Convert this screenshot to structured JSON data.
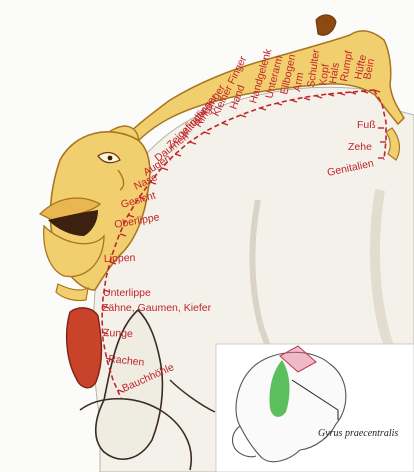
{
  "labels": [
    "Bein",
    "Hüfte",
    "Rumpf",
    "Hals",
    "Kopf",
    "Schulter",
    "Arm",
    "Ellbogen",
    "Unterarm",
    "Handgelenk",
    "Hand",
    "Kleiner Finger",
    "Ringfinger",
    "Mittelfinger",
    "Zeigefinger",
    "Daumen",
    "Augen",
    "Nase",
    "Gesicht",
    "Oberlippe",
    "Lippen",
    "Unterlippe",
    "Zähne, Gaumen, Kiefer",
    "Zunge",
    "Rachen",
    "Bauchhöhle",
    "Fuß",
    "Zehe",
    "Genitalien"
  ],
  "inset": {
    "caption": "Gyrus praecentralis"
  },
  "colors": {
    "label_red": "#c0262b",
    "homunculus_fill": "#f2cf6e",
    "homunculus_stroke": "#a9761e",
    "cortex_fill": "#f3f1ea",
    "brain_line": "#3b2a24",
    "inset_green": "#3db43f",
    "inset_pink": "#e36a8a"
  }
}
